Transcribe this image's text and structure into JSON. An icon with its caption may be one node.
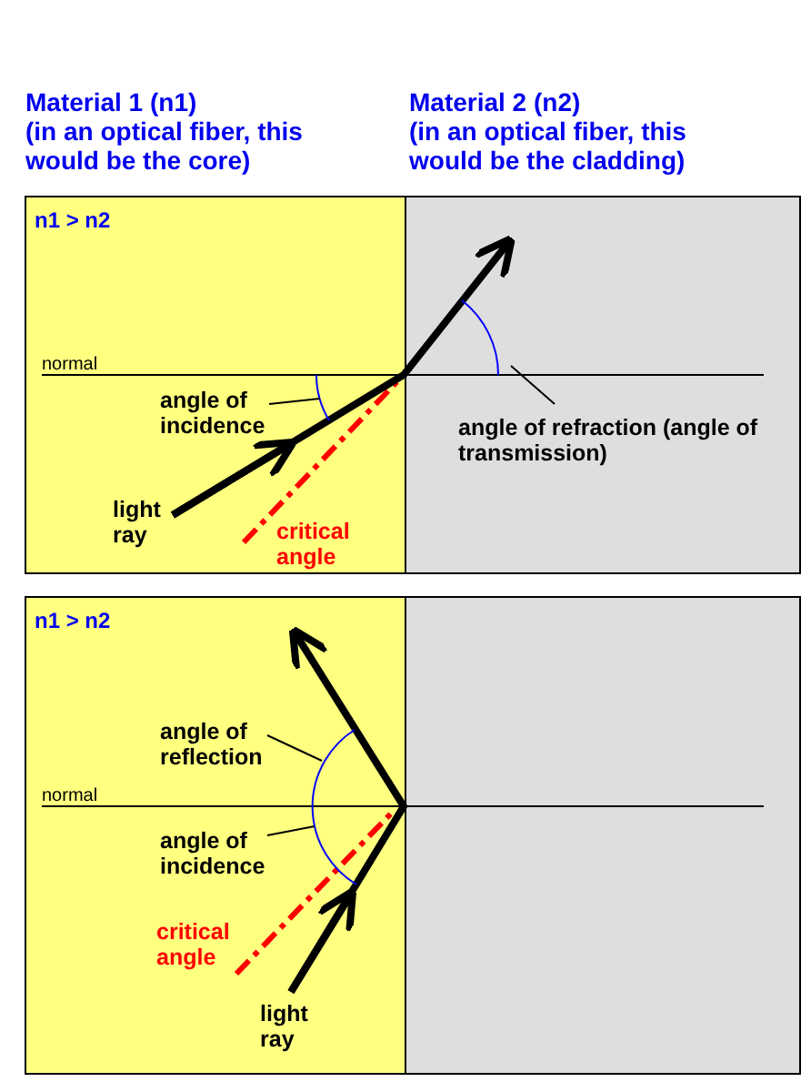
{
  "diagram": {
    "nodes": [
      {
        "text": [
          "angle of incidence"
        ]
      },
      {
        "text": [],
        "shape": "arc"
      },
      {
        "text": [
          "angle of refraction (angle of transmission)"
        ]
      },
      {
        "text": [],
        "shape": "arc"
      },
      {
        "text": [
          "angle of reflection"
        ]
      },
      {
        "text": [],
        "shape": "arc"
      },
      {
        "text": [
          "angle of incidence"
        ]
      }
    ],
    "edges": [
      {
        "from": 0,
        "to": 1,
        "arrow": "none"
      },
      {
        "from": 2,
        "to": 3,
        "arrow": "none"
      },
      {
        "from": 4,
        "to": 5,
        "arrow": "none"
      },
      {
        "from": 6,
        "to": 5,
        "arrow": "none"
      }
    ],
    "labels": [
      "Material 1 (n1)",
      "(in an optical fiber, this would be the core)",
      "Material 2 (n2)",
      "(in an optical fiber, this would be the cladding)",
      "n1 > n2",
      "normal",
      "light ray",
      "critical angle",
      "n1 > n2",
      "normal",
      "critical angle",
      "light ray"
    ]
  }
}
